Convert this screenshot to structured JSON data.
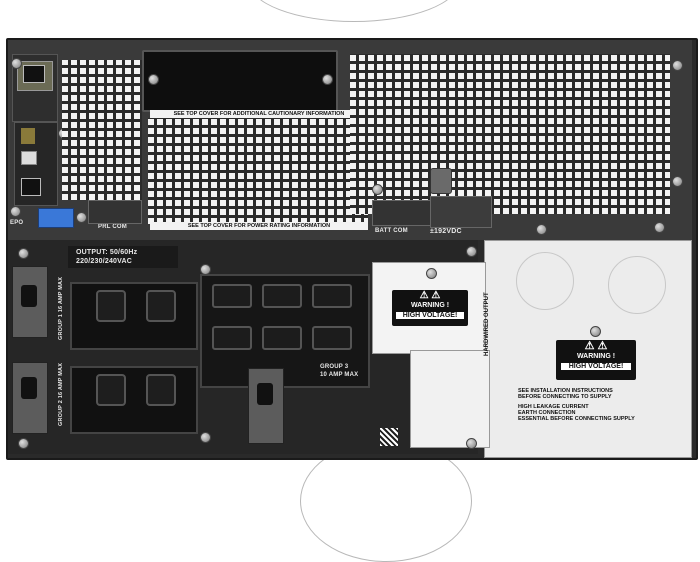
{
  "labels": {
    "top_notice": "SEE TOP COVER FOR ADDITIONAL CAUTIONARY INFORMATION",
    "power_rating": "SEE TOP COVER FOR POWER RATING INFORMATION",
    "epo": "EPO",
    "prl_com": "PRL COM",
    "batt_com": "BATT COM",
    "batt_voltage": "±192VDC",
    "output_line1": "OUTPUT: 50/60Hz",
    "output_line2": "220/230/240VAC",
    "group1": "GROUP 1 16 AMP MAX",
    "group2": "GROUP 2 16 AMP MAX",
    "group3_line1": "GROUP 3",
    "group3_line2": "10 AMP MAX",
    "hardwired_output": "HARDWIRED OUTPUT"
  },
  "warnings": {
    "small": {
      "title": "WARNING !",
      "subtitle": "HIGH VOLTAGE!"
    },
    "large": {
      "title": "WARNING !",
      "subtitle": "HIGH VOLTAGE!"
    }
  },
  "instructions": {
    "line1": "SEE INSTALLATION INSTRUCTIONS",
    "line2": "BEFORE CONNECTING TO SUPPLY",
    "line3": "HIGH LEAKAGE CURRENT",
    "line4": "EARTH CONNECTION",
    "line5": "ESSENTIAL BEFORE CONNECTING SUPPLY"
  },
  "colors": {
    "chassis": "#2a2a2a",
    "grille_light": "#f4f4f4",
    "panel_white": "#ececec",
    "dip_switch": "#3a78d8"
  }
}
